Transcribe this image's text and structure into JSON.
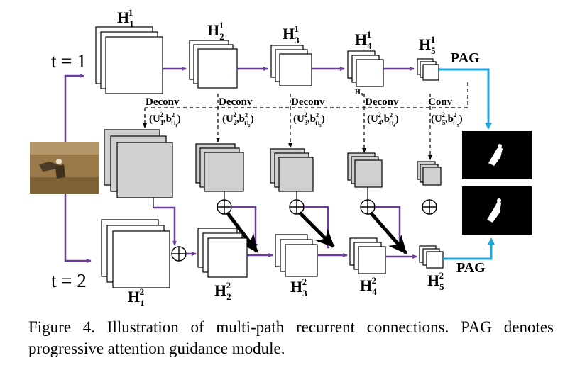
{
  "colors": {
    "purple": "#6a3d9a",
    "cyan": "#1ea7e1",
    "grey": "#d0d0d0",
    "black": "#000000"
  },
  "diagram": {
    "time_labels": {
      "t1": "t = 1",
      "t2": "t = 2"
    },
    "h_sym": "H",
    "top_row": [
      {
        "sub": "1",
        "sup": "1"
      },
      {
        "sub": "2",
        "sup": "1"
      },
      {
        "sub": "3",
        "sup": "1"
      },
      {
        "sub": "4",
        "sup": "1"
      },
      {
        "sub": "5",
        "sup": "1"
      }
    ],
    "bottom_row": [
      {
        "sub": "1",
        "sup": "2"
      },
      {
        "sub": "2",
        "sup": "2"
      },
      {
        "sub": "3",
        "sup": "2"
      },
      {
        "sub": "4",
        "sup": "2"
      },
      {
        "sub": "5",
        "sup": "2"
      }
    ],
    "stray_label": "H",
    "stray_sub": "3",
    "pag_label": "PAG",
    "ops": [
      {
        "name": "Deconv",
        "idx": "1"
      },
      {
        "name": "Deconv",
        "idx": "2"
      },
      {
        "name": "Deconv",
        "idx": "3"
      },
      {
        "name": "Deconv",
        "idx": "4"
      },
      {
        "name": "Conv",
        "idx": "5"
      }
    ],
    "param_U": "U",
    "param_b": "b",
    "param_sup": "2",
    "param_bsub": "U"
  },
  "caption": {
    "text": "Figure 4. Illustration of multi-path recurrent connections.  PAG denotes progressive attention guidance module."
  }
}
